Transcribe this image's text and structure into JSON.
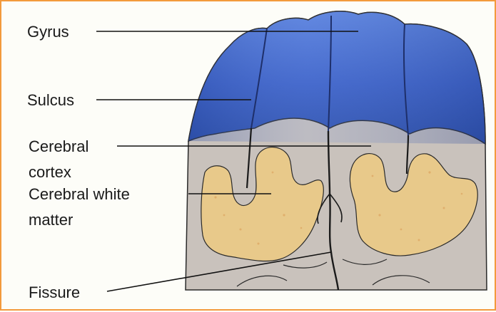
{
  "labels": {
    "gyrus": "Gyrus",
    "sulcus": "Sulcus",
    "cerebral_cortex_line1": "Cerebral",
    "cerebral_cortex_line2": "cortex",
    "white_matter_line1": "Cerebral white",
    "white_matter_line2": "matter",
    "fissure": "Fissure"
  },
  "colors": {
    "border": "#f39a3c",
    "gyrus_blue": "#3e63c9",
    "cortex_gray": "#c9c2bc",
    "white_matter": "#e8c98a",
    "outline": "#2a2a2a"
  }
}
